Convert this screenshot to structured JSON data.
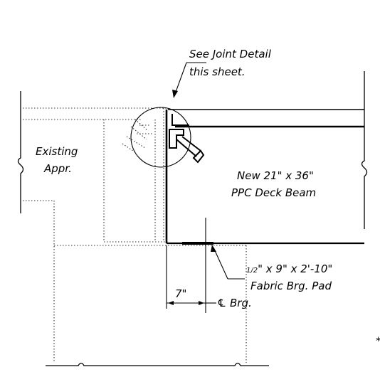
{
  "labels": {
    "see_joint_line1": "See Joint Detail",
    "see_joint_line2": "this sheet.",
    "existing_line1": "Existing",
    "existing_line2": "Appr.",
    "beam_line1": "New 21\" x 36\"",
    "beam_line2": "PPC Deck Beam",
    "pad_frac": "1/2",
    "pad_line1_rest": "\" x 9\" x 2'-10\"",
    "pad_line2": "Fabric Brg. Pad",
    "dim_7": "7\"",
    "cl_symbol": "℄",
    "brg": "Brg.",
    "asterisk": "*"
  },
  "colors": {
    "line": "#000000",
    "hidden": "#333333",
    "background": "#ffffff"
  }
}
